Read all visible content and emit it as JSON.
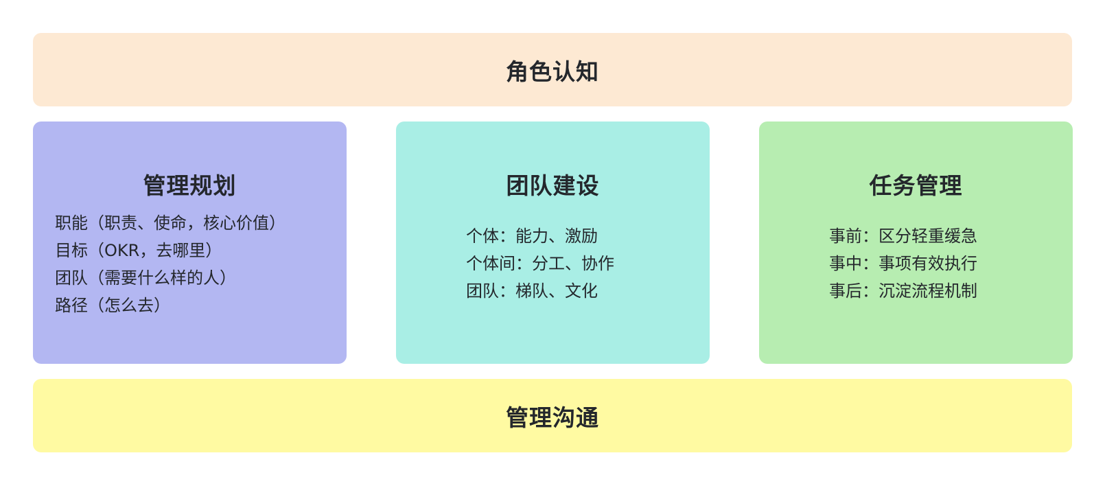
{
  "colors": {
    "top_bar": "#FDE9D3",
    "bottom_bar": "#FFFAA2",
    "card_planning": "#B3B7F2",
    "card_team": "#A9EEE5",
    "card_task": "#B7EDB1",
    "text": "#24272C"
  },
  "top_bar": {
    "title": "角色认知"
  },
  "cards": [
    {
      "title": "管理规划",
      "lines": [
        "职能（职责、使命，核心价值）",
        "目标（OKR，去哪里）",
        "团队（需要什么样的人）",
        "路径（怎么去）"
      ]
    },
    {
      "title": "团队建设",
      "lines": [
        "个体：能力、激励",
        "个体间：分工、协作",
        "团队：梯队、文化"
      ]
    },
    {
      "title": "任务管理",
      "lines": [
        "事前：区分轻重缓急",
        "事中：事项有效执行",
        "事后：沉淀流程机制"
      ]
    }
  ],
  "bottom_bar": {
    "title": "管理沟通"
  }
}
